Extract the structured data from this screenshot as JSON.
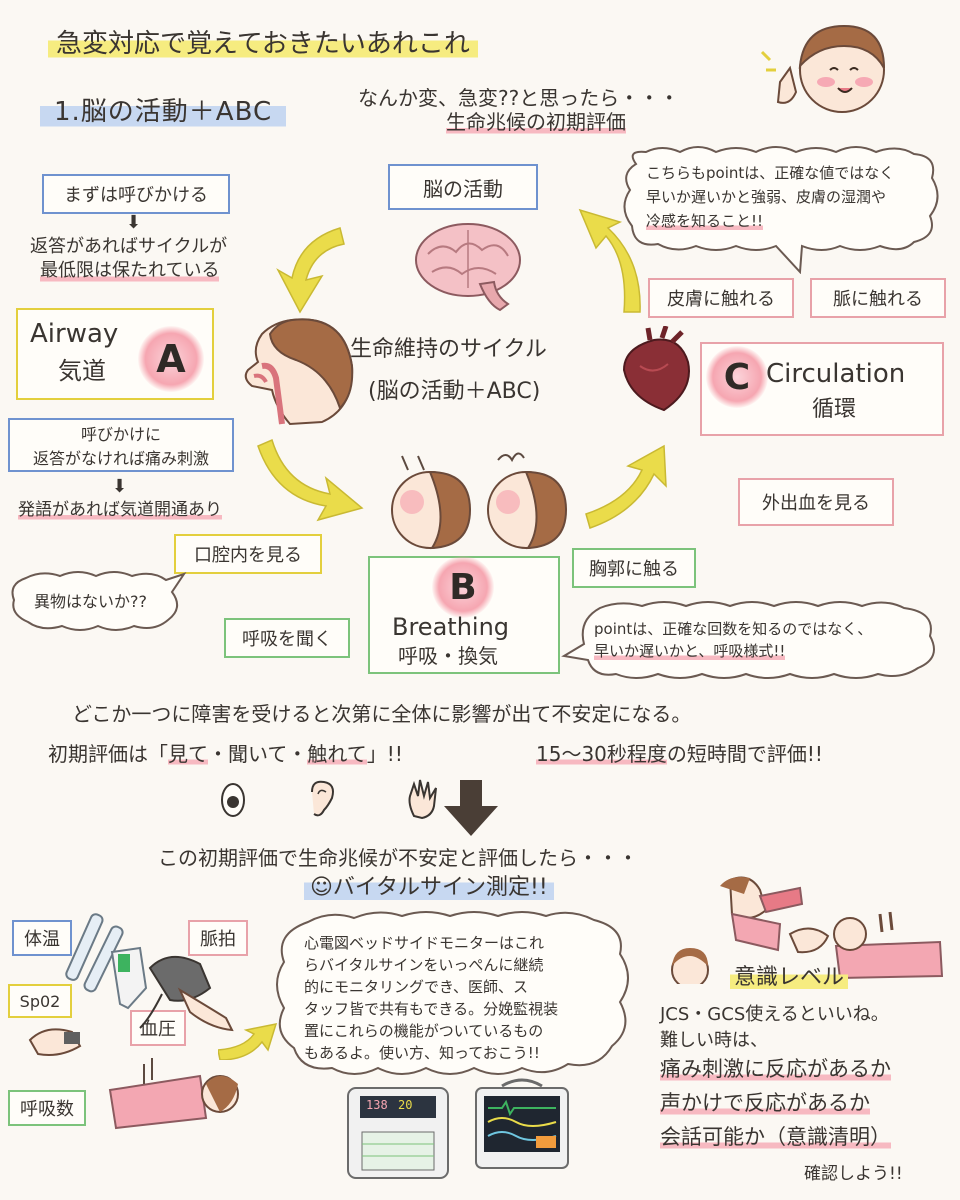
{
  "header": {
    "title": "急変対応で覚えておきたいあれこれ",
    "section1": "1.脳の活動＋ABC",
    "intro_line1": "なんか変、急変??と思ったら・・・",
    "intro_line2": "生命兆候の初期評価"
  },
  "brain": {
    "label": "脳の活動",
    "skin_bubble_l1": "こちらもpointは、正確な値ではなく",
    "skin_bubble_l2": "早いか遅いかと強弱、皮膚の湿潤や",
    "skin_bubble_l3": "冷感を知ること!!"
  },
  "call": {
    "first": "まずは呼びかける",
    "reply_l1": "返答があればサイクルが",
    "reply_l2": "最低限は保たれている"
  },
  "airway": {
    "en": "Airway",
    "jp": "気道",
    "letter": "A",
    "noreply_l1": "呼びかけに",
    "noreply_l2": "返答がなければ痛み刺激",
    "speech": "発語があれば気道開通あり",
    "mouth": "口腔内を見る",
    "foreign": "異物はないか??"
  },
  "cycle": {
    "line1": "生命維持のサイクル",
    "line2": "(脳の活動＋ABC)"
  },
  "circulation": {
    "en": "Circulation",
    "jp": "循環",
    "letter": "C",
    "skin": "皮膚に触れる",
    "pulse": "脈に触れる",
    "bleeding": "外出血を見る"
  },
  "breathing": {
    "en": "Breathing",
    "jp": "呼吸・換気",
    "letter": "B",
    "chest": "胸郭に触る",
    "listen": "呼吸を聞く",
    "point_l1": "pointは、正確な回数を知るのではなく、",
    "point_l2": "早いか遅いかと、呼吸様式!!"
  },
  "summary": {
    "line1": "どこか一つに障害を受けると次第に全体に影響が出て不安定になる。",
    "line2_a": "初期評価は「",
    "line2_look": "見て",
    "line2_dot1": "・",
    "line2_listen": "聞いて",
    "line2_dot2": "・",
    "line2_touch": "触れて",
    "line2_b": "」!!",
    "line2_time": "15〜30秒程度",
    "line2_c": "の短時間で評価!!"
  },
  "vitals": {
    "intro": "この初期評価で生命兆候が不安定と評価したら・・・",
    "title": "☺バイタルサイン測定!!",
    "temp": "体温",
    "pulse": "脈拍",
    "spo2": "Sp02",
    "bp": "血圧",
    "resp": "呼吸数",
    "monitor_l1": "心電図ベッドサイドモニターはこれ",
    "monitor_l2": "らバイタルサインをいっぺんに継続",
    "monitor_l3": "的にモニタリングでき、医師、ス",
    "monitor_l4": "タッフ皆で共有もできる。分娩監視装",
    "monitor_l5": "置にこれらの機能がついているもの",
    "monitor_l6": "もあるよ。使い方、知っておこう!!",
    "screen_a": "138",
    "screen_b": "20"
  },
  "consciousness": {
    "title": "意識レベル",
    "l1": "JCS・GCS使えるといいね。",
    "l2": "難しい時は、",
    "c1": "痛み刺激に反応があるか",
    "c2": "声かけで反応があるか",
    "c3": "会話可能か（意識清明）",
    "confirm": "確認しよう!!"
  },
  "colors": {
    "blue": "#6f92cf",
    "yellow": "#e3cf3d",
    "green": "#7cc37b",
    "pink": "#e8a2a9",
    "arrow": "#eadc4a"
  }
}
